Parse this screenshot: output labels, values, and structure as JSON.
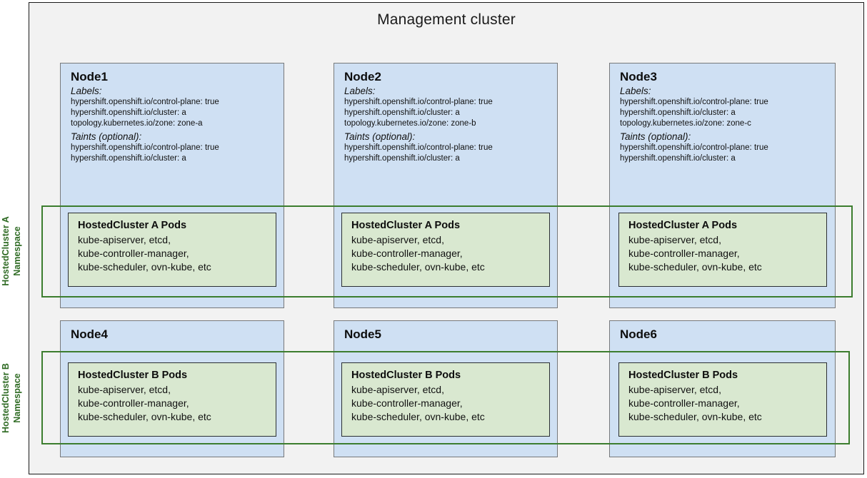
{
  "diagram": {
    "title": "Management cluster",
    "colors": {
      "node_fill": "#cfe0f3",
      "pods_fill": "#d9e8d0",
      "namespace_stroke": "#3c7d2e",
      "namespace_label": "#2f6b24",
      "frame_bg": "#f2f2f2"
    }
  },
  "namespaces": [
    {
      "id": "ns-a",
      "label": "HostedCluster A\nNamespace"
    },
    {
      "id": "ns-b",
      "label": "HostedCluster B\nNamespace"
    }
  ],
  "labels_heading": "Labels:",
  "taints_heading": "Taints (optional):",
  "nodes": [
    {
      "name": "Node1",
      "labels": [
        "hypershift.openshift.io/control-plane: true",
        "hypershift.openshift.io/cluster: a",
        "topology.kubernetes.io/zone: zone-a"
      ],
      "taints": [
        "hypershift.openshift.io/control-plane: true",
        "hypershift.openshift.io/cluster: a"
      ]
    },
    {
      "name": "Node2",
      "labels": [
        "hypershift.openshift.io/control-plane: true",
        "hypershift.openshift.io/cluster: a",
        "topology.kubernetes.io/zone: zone-b"
      ],
      "taints": [
        "hypershift.openshift.io/control-plane: true",
        "hypershift.openshift.io/cluster: a"
      ]
    },
    {
      "name": "Node3",
      "labels": [
        "hypershift.openshift.io/control-plane: true",
        "hypershift.openshift.io/cluster: a",
        "topology.kubernetes.io/zone: zone-c"
      ],
      "taints": [
        "hypershift.openshift.io/control-plane: true",
        "hypershift.openshift.io/cluster: a"
      ]
    },
    {
      "name": "Node4",
      "labels": [],
      "taints": []
    },
    {
      "name": "Node5",
      "labels": [],
      "taints": []
    },
    {
      "name": "Node6",
      "labels": [],
      "taints": []
    }
  ],
  "pods": {
    "a": {
      "title": "HostedCluster A Pods",
      "lines": [
        "kube-apiserver, etcd,",
        "kube-controller-manager,",
        "kube-scheduler, ovn-kube, etc"
      ]
    },
    "b": {
      "title": "HostedCluster B Pods",
      "lines": [
        "kube-apiserver, etcd,",
        "kube-controller-manager,",
        "kube-scheduler, ovn-kube, etc"
      ]
    }
  }
}
